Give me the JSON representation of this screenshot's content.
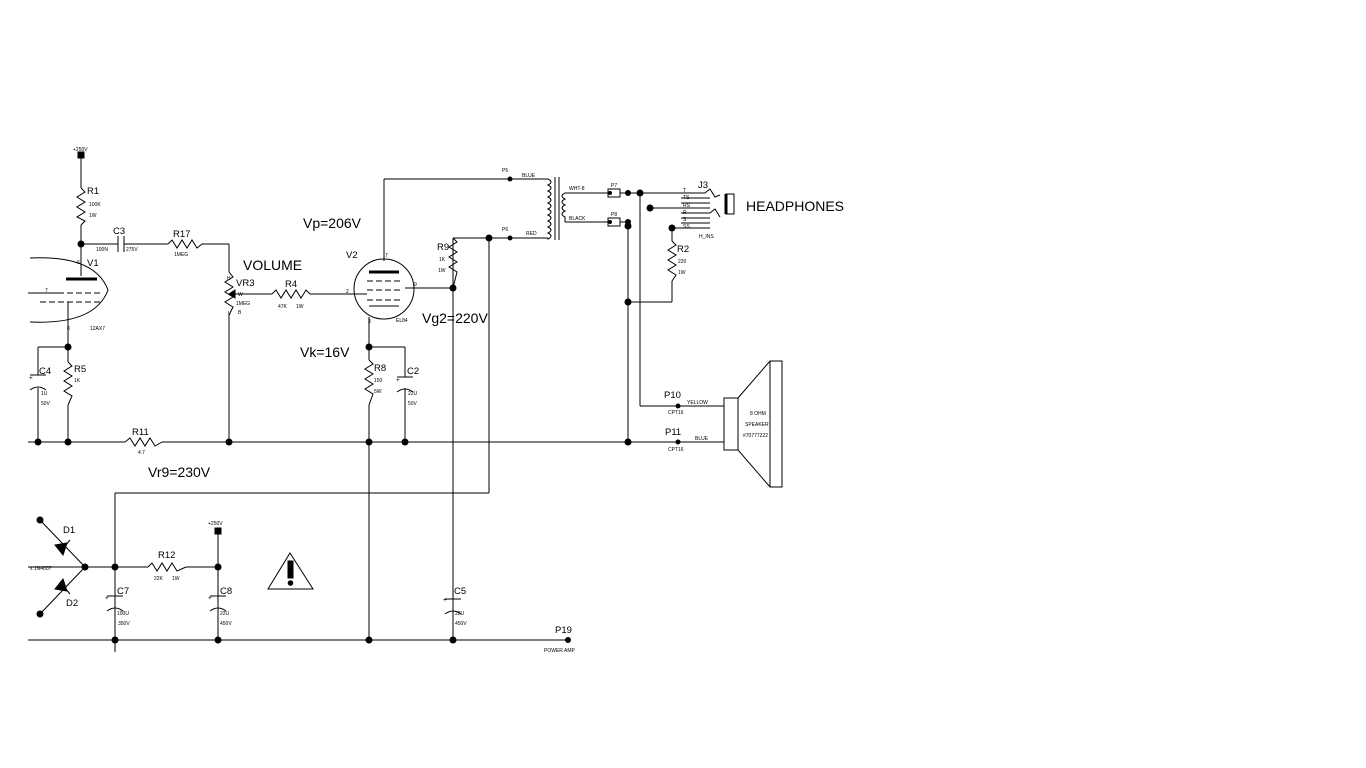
{
  "labels": {
    "rail_r1": "+250V",
    "rail_c8": "+250V",
    "vp": "Vp=206V",
    "vg2": "Vg2=220V",
    "vk": "Vk=16V",
    "vr9": "Vr9=230V",
    "volume": "VOLUME",
    "headphones": "HEADPHONES"
  },
  "components": {
    "r1": {
      "ref": "R1",
      "value": "100K",
      "rating": "1W"
    },
    "c3": {
      "ref": "C3",
      "value": "100N",
      "rating": "275V"
    },
    "r17": {
      "ref": "R17",
      "value": "1MEG"
    },
    "v1": {
      "ref": "V1",
      "type": "12AX7",
      "pin_plate": "6",
      "pin_grid": "7",
      "pin_cathode": "8"
    },
    "vr3": {
      "ref": "VR3",
      "value": "1MEG",
      "pin_h": "H",
      "pin_w": "W",
      "pin_l": "L",
      "pin_b": "B"
    },
    "r4": {
      "ref": "R4",
      "value": "47K",
      "rating": "1W"
    },
    "v2": {
      "ref": "V2",
      "type": "EL84",
      "pin_plate": "7",
      "pin_grid": "2",
      "pin_screen": "9",
      "pin_cathode": "3"
    },
    "r9": {
      "ref": "R9",
      "value": "1K",
      "rating": "1W"
    },
    "c4": {
      "ref": "C4",
      "value": "1U",
      "rating": "50V"
    },
    "r5": {
      "ref": "R5",
      "value": "1K"
    },
    "r8": {
      "ref": "R8",
      "value": "150",
      "rating": "5W"
    },
    "c2": {
      "ref": "C2",
      "value": "22U",
      "rating": "50V"
    },
    "r11": {
      "ref": "R11",
      "value": "4.7"
    },
    "r2": {
      "ref": "R2",
      "value": "220",
      "rating": "1W"
    },
    "j3": {
      "ref": "J3",
      "pins": [
        "T",
        "TS",
        "RS",
        "R",
        "S",
        "SS"
      ],
      "label": "H_INS"
    },
    "d1": {
      "ref": "D1"
    },
    "d2": {
      "ref": "D2"
    },
    "diode_note": "x 1N4007",
    "r12": {
      "ref": "R12",
      "value": "22K",
      "rating": "1W"
    },
    "c7": {
      "ref": "C7",
      "value": "100U",
      "rating": "350V"
    },
    "c8": {
      "ref": "C8",
      "value": "22U",
      "rating": "450V"
    },
    "c5": {
      "ref": "C5",
      "value": "22U",
      "rating": "450V"
    },
    "speaker": {
      "line1": "8 OHM",
      "line2": "SPEAKER",
      "line3": "#70777222"
    }
  },
  "connectors": {
    "p5": "P5",
    "p6": "P6",
    "p7": "P7",
    "p8": "P8",
    "p10": "P10",
    "p10_type": "CPT16",
    "p11": "P11",
    "p11_type": "CPT16",
    "p19": "P19",
    "p19_label": "POWER AMP"
  },
  "wires": {
    "blue_top": "BLUE",
    "red": "RED",
    "wht8": "WHT-8",
    "black": "BLACK",
    "yellow": "YELLOW",
    "blue_spk": "BLUE"
  }
}
